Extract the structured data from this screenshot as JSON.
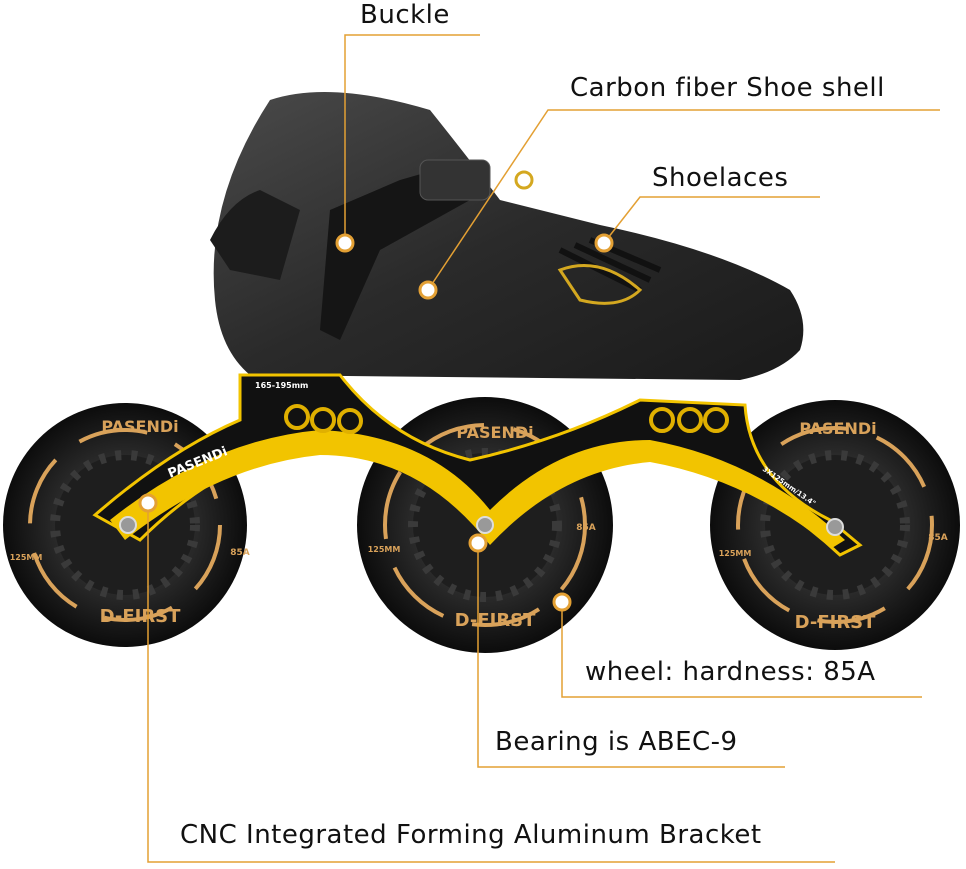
{
  "callouts": {
    "buckle": "Buckle",
    "shell": "Carbon fiber  Shoe shell",
    "laces": "Shoelaces",
    "wheel": "wheel: hardness: 85A",
    "bearing": "Bearing is ABEC-9",
    "bracket": "CNC Integrated Forming Aluminum Bracket"
  },
  "product_markings": {
    "frame_size": "165-195mm",
    "brand": "PASENDi",
    "wheel_model": "D-FIRST",
    "wheel_size": "125MM",
    "wheel_hardness": "85A",
    "frame_spec": "3X125mm/13.4\""
  },
  "colors": {
    "callout_line": "#e3a034",
    "frame_yellow": "#f2c400",
    "wheel_gold": "#d9a25a",
    "boot": "#2a2a2a"
  }
}
